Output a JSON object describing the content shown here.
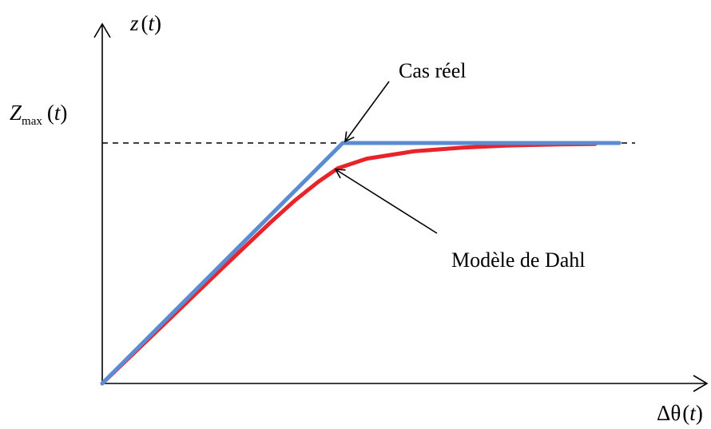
{
  "chart_data": {
    "type": "line",
    "title": "",
    "xlabel": {
      "symbol": "Δθ",
      "arg": "t"
    },
    "ylabel": {
      "symbol": "z",
      "arg": "t"
    },
    "ytick": {
      "main": "Z",
      "sub": "max",
      "arg": "t"
    },
    "z_max_level": 1.0,
    "xlim": [
      0,
      2.45
    ],
    "ylim": [
      0,
      1.45
    ],
    "series": [
      {
        "name": "Cas réel",
        "color": "#5b8bd0",
        "x": [
          0,
          1.0,
          2.15
        ],
        "y": [
          0,
          1.0,
          1.0
        ]
      },
      {
        "name": "Modèle de Dahl",
        "color": "#e8232a",
        "x": [
          0,
          0.25,
          0.5,
          0.7,
          0.8,
          0.9,
          0.98,
          1.1,
          1.3,
          1.5,
          1.7,
          1.9,
          2.05
        ],
        "y": [
          0,
          0.24,
          0.48,
          0.67,
          0.76,
          0.84,
          0.895,
          0.935,
          0.966,
          0.981,
          0.99,
          0.994,
          0.996
        ]
      }
    ],
    "annotations": [
      {
        "text": "Cas réel"
      },
      {
        "text": "Modèle de Dahl"
      }
    ]
  }
}
